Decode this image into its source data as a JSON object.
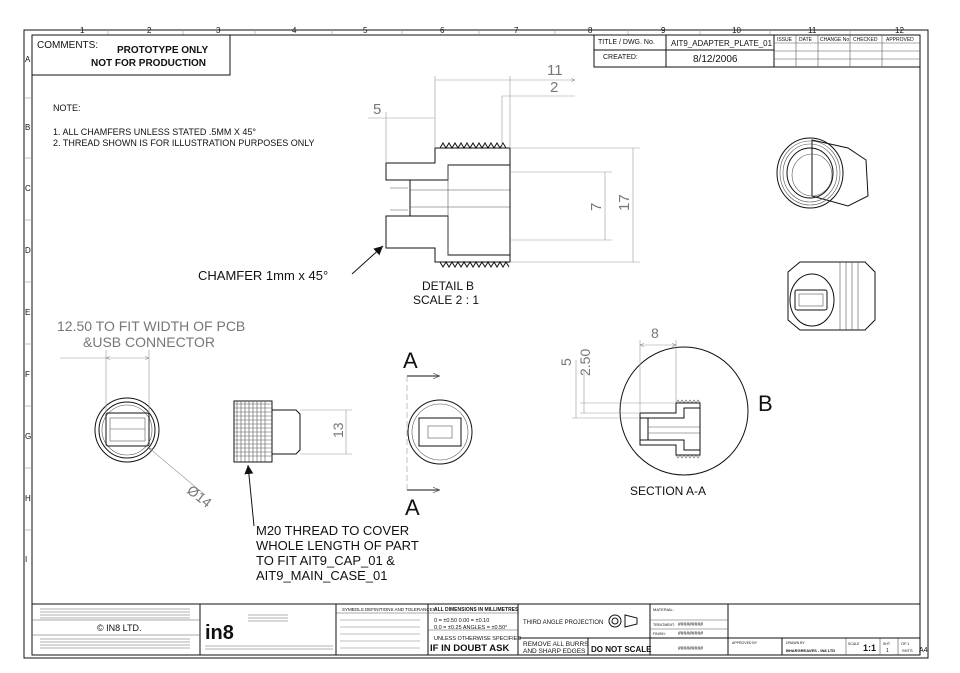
{
  "border": {
    "cols": [
      "1",
      "2",
      "3",
      "4",
      "5",
      "6",
      "7",
      "8",
      "9",
      "10",
      "11",
      "12"
    ],
    "rows": [
      "A",
      "B",
      "C",
      "D",
      "E",
      "F",
      "G",
      "H",
      "I"
    ]
  },
  "comments": {
    "label": "COMMENTS:",
    "line1": "PROTOTYPE ONLY",
    "line2": "NOT FOR PRODUCTION"
  },
  "title_block_top": {
    "title_label": "TITLE / DWG. No.",
    "title_value": "AIT9_ADAPTER_PLATE_01",
    "created_label": "CREATED:",
    "created_value": "8/12/2006",
    "rev_headers": [
      "ISSUE",
      "DATE",
      "CHANGE No",
      "CHECKED",
      "APPROVED"
    ]
  },
  "notes": {
    "heading": "NOTE:",
    "line1": "1. ALL CHAMFERS UNLESS STATED .5MM X 45°",
    "line2": "2. THREAD SHOWN IS FOR ILLUSTRATION PURPOSES ONLY"
  },
  "detail_b": {
    "dim_11": "11",
    "dim_2": "2",
    "dim_5": "5",
    "dim_7": "7",
    "dim_17": "17",
    "chamfer": "CHAMFER 1mm x 45°",
    "title": "DETAIL B",
    "scale": "SCALE 2 : 1"
  },
  "front_view": {
    "pcb_line1": "12.50 TO FIT WIDTH OF PCB",
    "pcb_line2": "&USB CONNECTOR",
    "dia": "Ø14"
  },
  "side_view": {
    "dim_13": "13",
    "thread_line1": "M20 THREAD TO COVER",
    "thread_line2": "WHOLE LENGTH OF PART",
    "thread_line3": "TO FIT AIT9_CAP_01 &",
    "thread_line4": "AIT9_MAIN_CASE_01"
  },
  "section": {
    "mark_top": "A",
    "mark_bottom": "A",
    "dim_8": "8",
    "dim_5": "5",
    "dim_250": "2.50",
    "detail_label": "B",
    "title": "SECTION A-A"
  },
  "title_block": {
    "copyright": "© IN8 LTD.",
    "logo": "in8",
    "symbols_header": "SYMBOLS DEFINITIONS AND TOLERANCES",
    "dims_header": "ALL DIMENSIONS IN MILLIMETRES",
    "tol1": "0 = ±0.50   0.00 = ±0.10",
    "tol2": "0.0 = ±0.25   ANGLES = ±0.50°",
    "unless": "UNLESS OTHERWISE SPECIFIED",
    "doubt": "IF IN DOUBT ASK",
    "projection": "THIRD ANGLE PROJECTION",
    "burrs_line1": "REMOVE ALL BURRS",
    "burrs_line2": "AND SHARP EDGES",
    "no_scale": "DO NOT SCALE",
    "material": "MATERIAL:",
    "treatment": "TREATMENT:",
    "finish": "FINISH:",
    "drawn_by": "DRAWN BY",
    "drawn_value": "BHARGREAVES - IN8 LTD",
    "approved_by": "APPROVED BY",
    "scale_label": "SCALE",
    "scale_value": "1:1",
    "sheet_label": "SHT",
    "sheet_value": "1",
    "of_label": "OF",
    "of_value": "1",
    "sheets": "SHTS",
    "size": "A4",
    "hash": "#########"
  }
}
